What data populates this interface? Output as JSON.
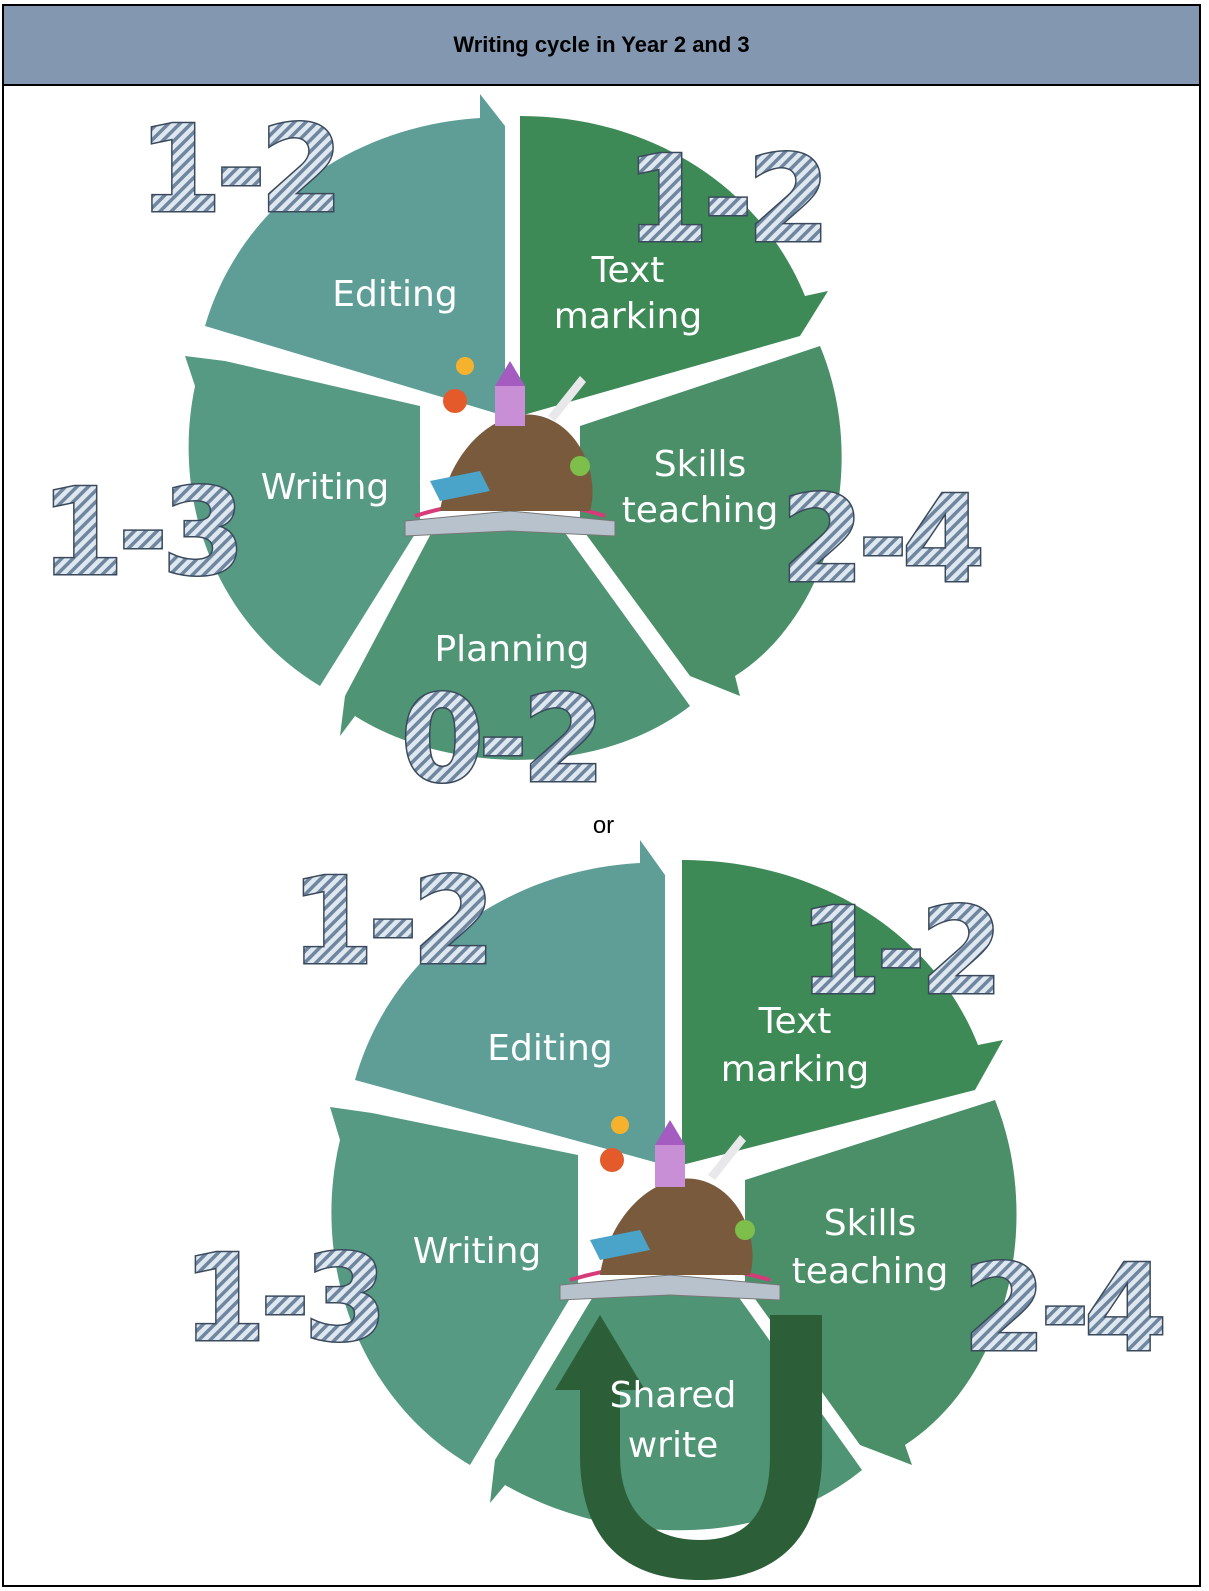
{
  "title": "Writing cycle in Year 2 and 3",
  "separator": "or",
  "cycle_top": {
    "segments": [
      {
        "label_lines": [
          "Editing"
        ],
        "range": "1-2"
      },
      {
        "label_lines": [
          "Text",
          "marking"
        ],
        "range": "1-2"
      },
      {
        "label_lines": [
          "Skills",
          "teaching"
        ],
        "range": "2-4"
      },
      {
        "label_lines": [
          "Planning"
        ],
        "range": "0-2"
      },
      {
        "label_lines": [
          "Writing"
        ],
        "range": "1-3"
      }
    ]
  },
  "cycle_bottom": {
    "segments": [
      {
        "label_lines": [
          "Editing"
        ],
        "range": "1-2"
      },
      {
        "label_lines": [
          "Text",
          "marking"
        ],
        "range": "1-2"
      },
      {
        "label_lines": [
          "Skills",
          "teaching"
        ],
        "range": "2-4"
      },
      {
        "label_lines": [
          "Shared",
          "write"
        ],
        "range": ""
      },
      {
        "label_lines": [
          "Writing"
        ],
        "range": "1-3"
      }
    ]
  },
  "colors": {
    "header": "#8497b0",
    "editing": "#5e9e96",
    "text_marking": "#3d8a56",
    "skills": "#4a8f68",
    "planning": "#4f9474",
    "writing": "#579a84",
    "loop_arrow": "#2c5e38"
  },
  "icons": [
    "open-storybook-icon",
    "u-turn-arrow-icon"
  ]
}
